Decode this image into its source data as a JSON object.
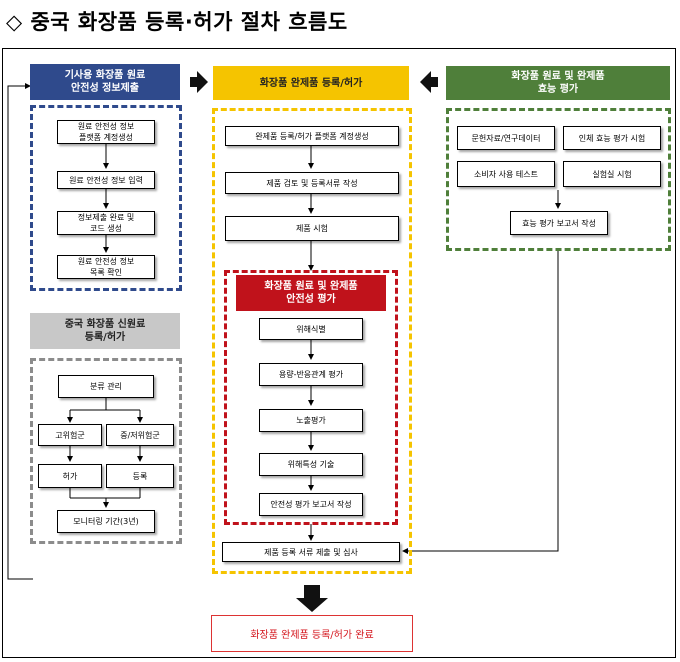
{
  "title": "◇ 중국 화장품 등록·허가 절차 흐름도",
  "left_top": {
    "header": "기사용 화장품 원료\n안전성 정보제출",
    "steps": [
      "원료 안전성 정보\n플랫폼 계정생성",
      "원료 안전성 정보 입력",
      "정보제출 완료 및\n코드 생성",
      "원료 안전성 정보\n목록 확인"
    ]
  },
  "left_bottom": {
    "header": "중국 화장품 신원료\n등록/허가",
    "classify": "분류 관리",
    "high_risk": "고위험군",
    "mid_low_risk": "중/저위험군",
    "permit": "허가",
    "register": "등록",
    "monitoring": "모니터링 기간(3년)"
  },
  "center": {
    "header": "화장품 완제품 등록/허가",
    "steps": [
      "완제품 등록/허가 플랫폼 계정생성",
      "제품 검토 및 등록서류 작성",
      "제품 시험"
    ],
    "safety": {
      "header": "화장품 원료 및 완제품\n안전성 평가",
      "steps": [
        "위해식별",
        "용량-반응관계 평가",
        "노출평가",
        "위해특성 기술",
        "안전성 평가 보고서 작성"
      ]
    },
    "submit": "제품 등록 서류 제출 및 심사",
    "final": "화장품 완제품 등록/허가 완료"
  },
  "right": {
    "header": "화장품 원료 및 완제품\n효능 평가",
    "items": [
      "문헌자료/연구데이터",
      "인체 효능 평가 시험",
      "소비자 사용 테스트",
      "실험실 시험"
    ],
    "report": "효능 평가 보고서 작성"
  },
  "colors": {
    "blue": "#2f4a8c",
    "yellow": "#f5c400",
    "green": "#4f7f3a",
    "gray": "#8c8c8c",
    "red": "#c0121b"
  }
}
